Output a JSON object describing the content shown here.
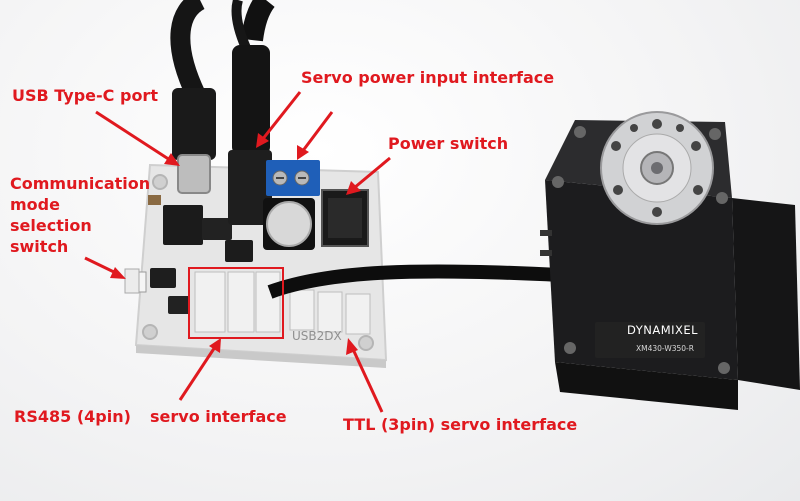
{
  "labels": {
    "usb": "USB Type-C port",
    "servo_power": "Servo power input interface",
    "power_switch": "Power switch",
    "comm_mode": [
      "Communication",
      "mode",
      "selection",
      "switch"
    ],
    "rs485": "RS485 (4pin)",
    "servo_interface": "servo interface",
    "ttl": "TTL (3pin) servo interface"
  },
  "servo": {
    "brand": "DYNAMIXEL",
    "model": "XM430-W350-R"
  },
  "board": {
    "silkscreen": "USB2DX"
  },
  "colors": {
    "annotation": "#e0191f",
    "board": "#e9e9e9",
    "servo_body": "#1c1c1e",
    "terminal_block": "#1f5fb8"
  }
}
